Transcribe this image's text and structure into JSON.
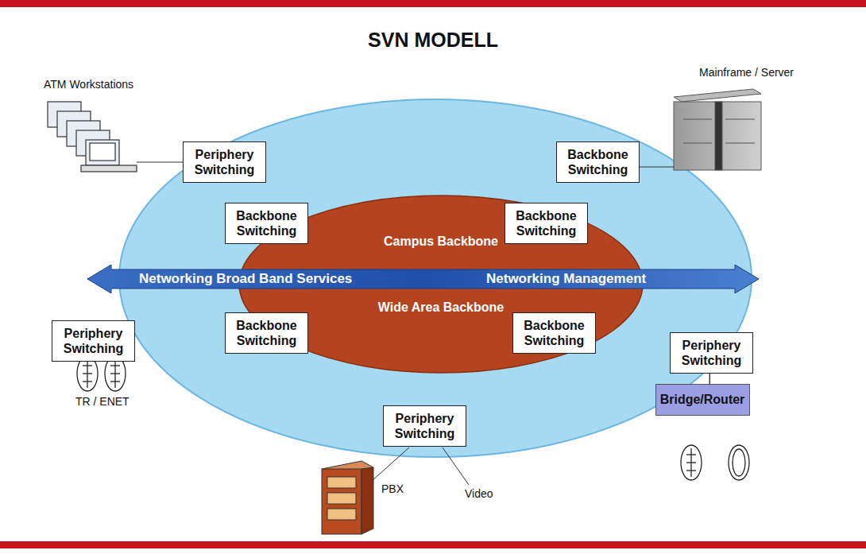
{
  "diagram": {
    "title": "SVN MODELL",
    "nodes": [
      {
        "text": [
          "Periphery Switching"
        ]
      },
      {
        "text": [
          "Backbone Switching"
        ]
      },
      {
        "text": [
          "Backbone Switching"
        ]
      },
      {
        "text": [
          "Backbone Switching"
        ]
      },
      {
        "text": [
          "Campus Backbone",
          "Wide Area Backbone"
        ]
      },
      {
        "text": [
          "Networking Broad Band Services",
          "Networking Management"
        ]
      },
      {
        "text": [
          "Backbone Switching"
        ]
      },
      {
        "text": [
          "Backbone Switching"
        ]
      },
      {
        "text": [
          "Periphery Switching"
        ]
      },
      {
        "text": [
          "Periphery Switching"
        ]
      },
      {
        "text": [
          "Bridge/Router"
        ]
      },
      {
        "text": [
          "Periphery Switching"
        ]
      }
    ],
    "edges": [
      {
        "from": 9,
        "to": 10,
        "arrow": "none"
      }
    ],
    "labels": [
      "ATM Workstations",
      "Mainframe / Server",
      "TR / ENET",
      "PBX",
      "Video"
    ]
  }
}
